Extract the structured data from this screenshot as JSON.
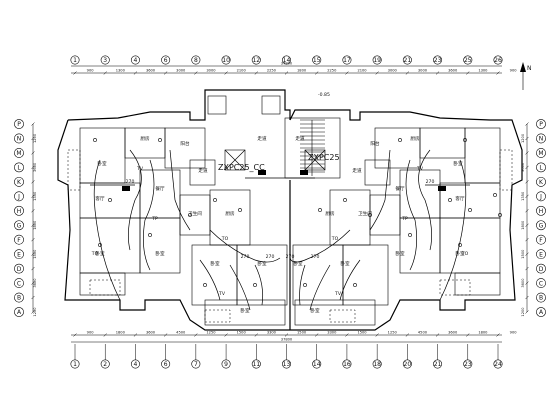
{
  "top_axes": [
    "1",
    "3",
    "4",
    "6",
    "8",
    "10",
    "12",
    "14",
    "15",
    "17",
    "19",
    "21",
    "23",
    "25",
    "26"
  ],
  "top_dims": [
    "900",
    "1300",
    "3600",
    "3000",
    "3000",
    "2100",
    "2250",
    "1800",
    "2250",
    "2100",
    "3000",
    "3000",
    "3600",
    "1300",
    "900"
  ],
  "top_total": "37800",
  "bottom_axes": [
    "1",
    "2",
    "4",
    "6",
    "7",
    "9",
    "11",
    "13",
    "14",
    "16",
    "18",
    "20",
    "21",
    "23",
    "24"
  ],
  "bottom_dims": [
    "900",
    "1800",
    "3600",
    "4500",
    "1250",
    "1500",
    "3300",
    "1500",
    "3300",
    "1500",
    "1250",
    "4500",
    "3600",
    "1800",
    "900"
  ],
  "bottom_total": "37800",
  "left_axes": [
    "P",
    "N",
    "M",
    "L",
    "K",
    "J",
    "H",
    "G",
    "F",
    "E",
    "D",
    "C",
    "B",
    "A"
  ],
  "right_axes": [
    "P",
    "N",
    "M",
    "L",
    "K",
    "J",
    "H",
    "G",
    "F",
    "E",
    "D",
    "C",
    "B",
    "A"
  ],
  "left_dims": [
    "1200",
    "3600",
    "1350",
    "1800",
    "1500",
    "3600",
    "1200"
  ],
  "right_dims": [
    "1200",
    "3600",
    "1350",
    "1800",
    "1500",
    "3600",
    "1200"
  ],
  "annotations": {
    "pipe_left": "ZXPC25_CC",
    "pipe_right": "ZXPC25",
    "elev": "-0.85",
    "north": "N"
  },
  "rooms": {
    "bedroom": "卧室",
    "living": "客厅",
    "kitchen": "厨房",
    "bath": "卫生间",
    "dining": "餐厅",
    "balcony": "阳台",
    "corridor": "走道"
  },
  "tags": {
    "tv": "TV",
    "tp": "TO",
    "tel": "TP",
    "dist": "270"
  }
}
